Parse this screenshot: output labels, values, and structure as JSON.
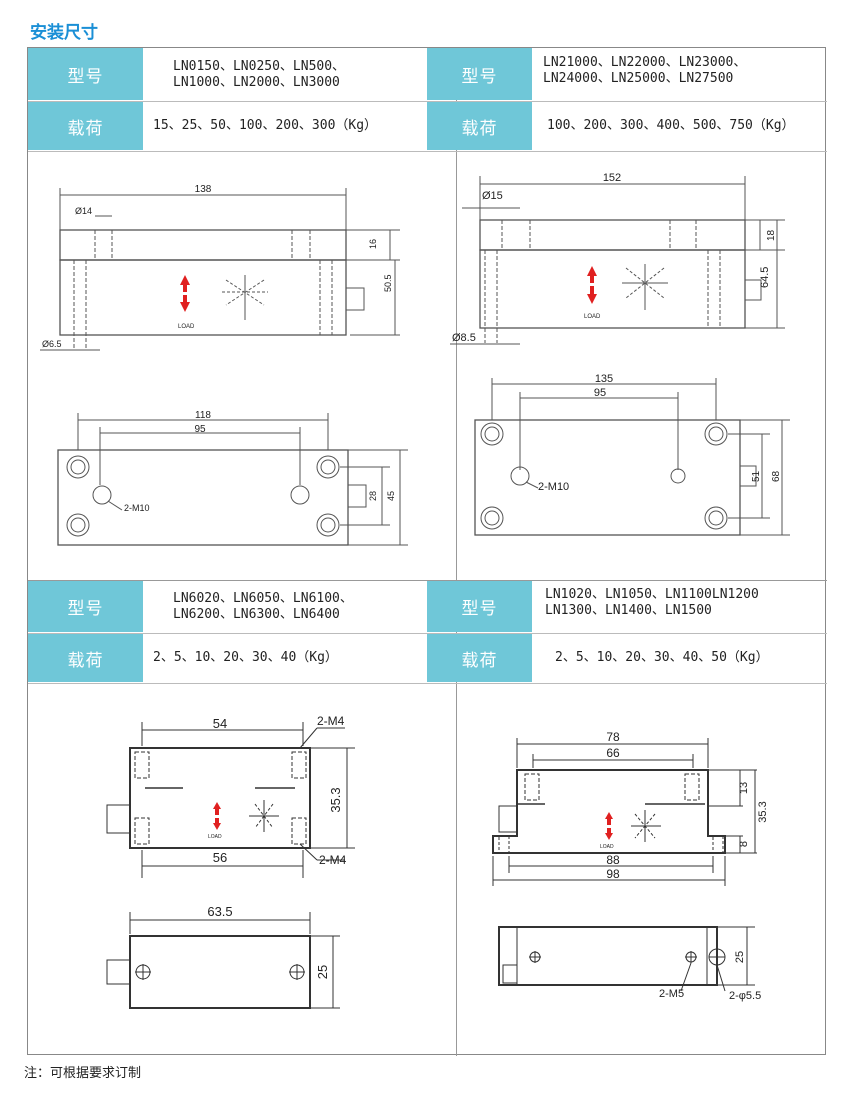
{
  "page": {
    "title": "安装尺寸",
    "note": "注：可根据要求订制"
  },
  "labels": {
    "model": "型号",
    "load": "载荷"
  },
  "q1": {
    "models": [
      "LN0150、LN0250、LN500、",
      "LN1000、LN2000、LN3000"
    ],
    "loads": "15、25、50、100、200、300（Kg）",
    "dims": {
      "len": "138",
      "d14": "Ø14",
      "h16": "16",
      "h50": "50.5",
      "d65": "Ø6.5",
      "w118": "118",
      "w95": "95",
      "m10": "2-M10",
      "h28": "28",
      "h45": "45",
      "load": "LOAD"
    }
  },
  "q2": {
    "models": [
      "LN21000、LN22000、LN23000、",
      "LN24000、LN25000、LN27500"
    ],
    "loads": "100、200、300、400、500、750（Kg）",
    "dims": {
      "len": "152",
      "d15": "Ø15",
      "h18": "18",
      "h645": "64.5",
      "d85": "Ø8.5",
      "w135": "135",
      "w95": "95",
      "m10": "2-M10",
      "h51": "51",
      "h68": "68",
      "load": "LOAD"
    }
  },
  "q3": {
    "models": [
      "LN6020、LN6050、LN6100、",
      "LN6200、LN6300、LN6400"
    ],
    "loads": "2、5、10、20、30、40（Kg）",
    "dims": {
      "w54": "54",
      "m4a": "2-M4",
      "h353": "35.3",
      "w56": "56",
      "m4b": "2-M4",
      "w635": "63.5",
      "h25": "25",
      "load": "LOAD"
    }
  },
  "q4": {
    "models": [
      "LN1020、LN1050、LN1100LN1200",
      "LN1300、LN1400、LN1500"
    ],
    "loads": "2、5、10、20、30、40、50（Kg）",
    "dims": {
      "w78": "78",
      "w66": "66",
      "h13": "13",
      "h353": "35.3",
      "h8": "8",
      "w88": "88",
      "w98": "98",
      "h25": "25",
      "m5": "2-M5",
      "p55": "2-φ5.5",
      "load": "LOAD"
    }
  },
  "colors": {
    "header": "#6fc7d8",
    "title": "#1a8fd6",
    "arrow": "#e02020"
  }
}
